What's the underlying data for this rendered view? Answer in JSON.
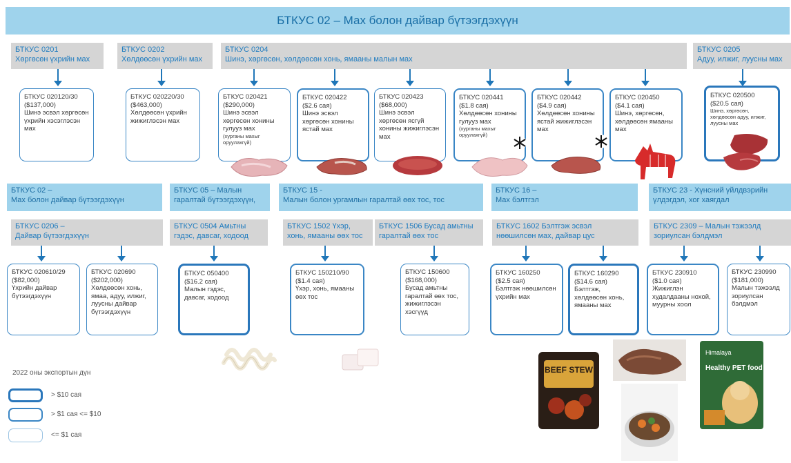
{
  "title": "БТКУС 02 – Мах болон дайвар бүтээгдэхүүн",
  "headers": {
    "h0201": {
      "l1": "БТКУС 0201",
      "l2": "Хөргөсөн үхрийн мах"
    },
    "h0202": {
      "l1": "БТКУС 0202",
      "l2": "Хөлдөөсөн үхрийн мах"
    },
    "h0204": {
      "l1": "БТКУС 0204",
      "l2": "Шинэ, хөргөсөн, хөлдөөсөн хонь, ямааны малын мах"
    },
    "h0205": {
      "l1": "БТКУС 0205",
      "l2": "Адуу, илжиг, луусны мах"
    },
    "s02": {
      "l1": "БТКУС 02 –",
      "l2": "Мах болон дайвар бүтээгдэхүүн"
    },
    "s05": {
      "l1": "БТКУС 05 – Малын",
      "l2": "гаралтай бүтээгдэхүүн,"
    },
    "s15": {
      "l1": "БТКУС 15 -",
      "l2": "Малын болон ургамлын гаралтай өөх тос, тос"
    },
    "s16": {
      "l1": "БТКУС 16 –",
      "l2": "Мах бэлтгэл"
    },
    "s23": {
      "l1": "БТКУС 23 - Хүнсний үйлдвэрийн",
      "l2": "үлдэгдэл, хог хаягдал"
    },
    "h0206": {
      "l1": "БТКУС 0206 –",
      "l2": "Дайвар бүтээгдэхүүн"
    },
    "h0504": {
      "l1": "БТКУС 0504 Амьтны",
      "l2": "гэдэс, давсаг, ходоод"
    },
    "h1502": {
      "l1": "БТКУС 1502 Үхэр,",
      "l2": "хонь, ямааны өөх тос"
    },
    "h1506": {
      "l1": "БТКУС 1506 Бусад амьтны",
      "l2": "гаралтай өөх тос"
    },
    "h1602": {
      "l1": "БТКУС 1602 Бэлтгэж эсвэл",
      "l2": "нөөшилсөн мах, дайвар цус"
    },
    "h2309": {
      "l1": "БТКУС 2309 – Малын тэжээлд",
      "l2": "зориулсан бэлдмэл"
    }
  },
  "cards": {
    "c020120": {
      "code": "БТКУС 020120/30",
      "val": "($137,000)",
      "desc": "Шинэ эсвэл хөргөсөн үхрийн хэсэглэсэн мах"
    },
    "c020220": {
      "code": "БТКУС 020220/30",
      "val": "($463,000)",
      "desc": "Хөлдөөсөн үхрийн жижиглэсэн мах"
    },
    "c020421": {
      "code": "БТКУС 020421",
      "val": "($290,000)",
      "desc": "Шинэ эсвэл хөргөсөн хонины гулууз мах",
      "note": "(хурганы махыг оруулахгүй)"
    },
    "c020422": {
      "code": "БТКУС 020422",
      "val": "($2.6 сая)",
      "desc": "Шинэ эсвэл хөргөсөн хонины ястай мах"
    },
    "c020423": {
      "code": "БТКУС 020423",
      "val": "($68,000)",
      "desc": "Шинэ эсвэл хөргөсөн ясгүй хонины жижиглэсэн мах"
    },
    "c020441": {
      "code": "БТКУС 020441",
      "val": "($1.8 сая)",
      "desc": "Хөлдөөсөн хонины гулууз мах",
      "note": "(хурганы махыг оруулахгүй)"
    },
    "c020442": {
      "code": "БТКУС 020442",
      "val": "($4.9 сая)",
      "desc": "Хөлдөөсөн хонины ястай жижиглэсэн мах"
    },
    "c020450": {
      "code": "БТКУС 020450",
      "val": "($4.1 сая)",
      "desc": "Шинэ, хөргөсөн, хөлдөөсөн ямааны мах"
    },
    "c020500": {
      "code": "БТКУС 020500",
      "val": "($20.5 сая)",
      "desc": "Шинэ, хөргөсөн, хөлдөөсөн адуу, илжиг, луусны мах"
    },
    "c020610": {
      "code": "БТКУС 020610/29",
      "val": "($82,000)",
      "desc": "Үхрийн дайвар бүтээгдэхүүн"
    },
    "c020690": {
      "code": "БТКУС 020690",
      "val": "($202,000)",
      "desc": "Хөлдөөсөн хонь, ямаа, адуу, илжиг, луусны дайвар бүтээгдэхүүн"
    },
    "c050400": {
      "code": "БТКУС 050400",
      "val": "($16.2 сая)",
      "desc": "Малын гэдэс, давсаг, ходоод"
    },
    "c150210": {
      "code": "БТКУС 150210/90",
      "val": "($1.4 сая)",
      "desc": "Үхэр, хонь, ямааны өөх тос"
    },
    "c150600": {
      "code": "БТКУС 150600",
      "val": "($168,000)",
      "desc": "Бусад амьтны гаралтай өөх тос, жижиглэсэн хэсгүүд"
    },
    "c160250": {
      "code": "БТКУС 160250",
      "val": "($2.5 сая)",
      "desc": "Бэлтгэж нөөшилсөн үхрийн мах"
    },
    "c160290": {
      "code": "БТКУС 160290",
      "val": "($14.6 сая)",
      "desc": "Бэлтгэж, хөлдөөсөн хонь, ямааны мах"
    },
    "c230910": {
      "code": "БТКУС 230910",
      "val": "($1.0 сая)",
      "desc": "Жижиглэн худалдааны нохой, муурны хоол"
    },
    "c230990": {
      "code": "БТКУС 230990",
      "val": "($181,000)",
      "desc": "Малын тэжээлд зориулсан бэлдмэл"
    }
  },
  "legend": {
    "title": "2022 оны экспортын дүн",
    "items": [
      "> $10 сая",
      "> $1 сая <= $10",
      "<= $1 сая"
    ]
  },
  "product_labels": {
    "stew": "BEEF STEW",
    "pet_brand": "Himalaya",
    "pet_text": "Healthy PET food"
  },
  "colors": {
    "accent": "#1e7bbf",
    "header_gray": "#d5d5d5",
    "header_blue": "#9fd3ec",
    "border": "#3a86c5"
  }
}
